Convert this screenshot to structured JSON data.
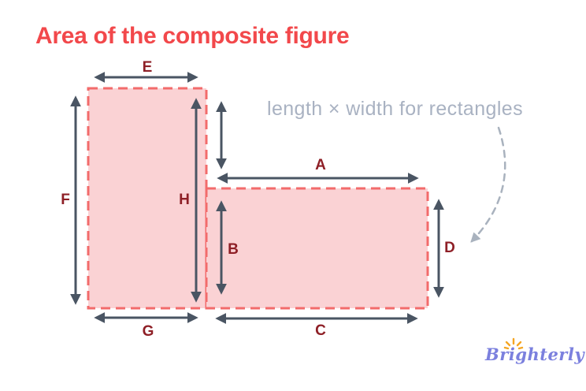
{
  "title": {
    "text": "Area of the composite figure"
  },
  "annotation": {
    "text": "length × width for rectangles"
  },
  "figure": {
    "labels": {
      "a": "A",
      "b": "B",
      "c": "C",
      "d": "D",
      "e": "E",
      "f": "F",
      "g": "G",
      "h": "H"
    }
  },
  "logo": {
    "text": "Brighterly",
    "icon": "sunburst-icon"
  },
  "colors": {
    "title": "#F2484B",
    "label": "#8E1F26",
    "arrow": "#4A5563",
    "rect_fill": "#FAD2D4",
    "rect_border": "#F26B6B",
    "annotation_text": "#A9B2C2",
    "annotation_arrow": "#A9B2BE",
    "logo_text": "#7B80DE",
    "logo_sun": "#F5A623",
    "background": "#FFFFFF"
  }
}
